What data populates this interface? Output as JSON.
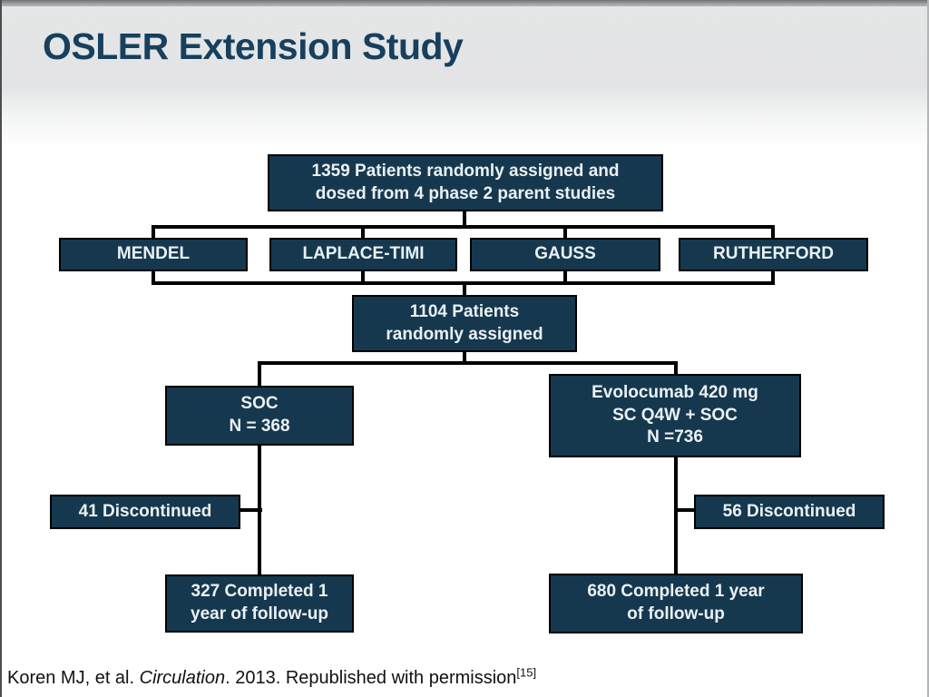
{
  "slide": {
    "title": "OSLER Extension Study"
  },
  "colors": {
    "title_text": "#17405e",
    "box_fill": "#16384e",
    "box_border": "#000000",
    "box_text": "#eaf1f4",
    "connector": "#000000",
    "header_background": "#e4e5e6",
    "body_background": "#ffffff"
  },
  "chart_data": {
    "type": "flowchart",
    "nodes": [
      "1359 Patients randomly assigned and dosed from 4 phase 2 parent studies",
      "MENDEL",
      "LAPLACE-TIMI",
      "GAUSS",
      "RUTHERFORD",
      "1104 Patients randomly assigned",
      "SOC N = 368",
      "Evolocumab 420 mg SC Q4W + SOC N =736",
      "41 Discontinued",
      "56 Discontinued",
      "327 Completed 1 year of follow-up",
      "680 Completed 1 year of follow-up"
    ]
  },
  "flow": {
    "enrolled": {
      "line1": "1359 Patients randomly assigned and",
      "line2": "dosed from 4 phase 2 parent studies"
    },
    "parent_studies": [
      "MENDEL",
      "LAPLACE-TIMI",
      "GAUSS",
      "RUTHERFORD"
    ],
    "randomized": {
      "line1": "1104 Patients",
      "line2": "randomly assigned"
    },
    "soc_arm": {
      "line1": "SOC",
      "line2": "N = 368"
    },
    "evolocumab_arm": {
      "line1": "Evolocumab 420 mg",
      "line2": "SC Q4W + SOC",
      "line3": "N =736"
    },
    "soc_discontinued": "41 Discontinued",
    "evolocumab_discontinued": "56 Discontinued",
    "soc_completed": {
      "line1": "327 Completed 1",
      "line2": "year of follow-up"
    },
    "evolocumab_completed": {
      "line1": "680 Completed 1 year",
      "line2": "of follow-up"
    }
  },
  "citation": {
    "authors": "Koren MJ, et al. ",
    "journal": "Circulation",
    "rest": ". 2013. Republished with permission",
    "ref": "[15]"
  }
}
